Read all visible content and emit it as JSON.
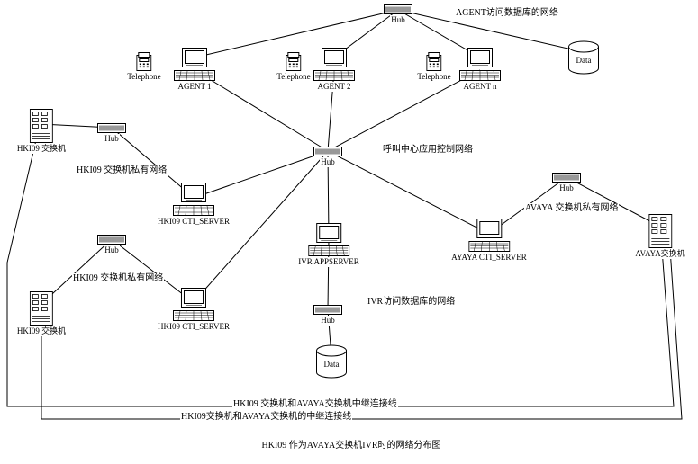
{
  "diagram": {
    "title": "HKI09 作为AVAYA交换机IVR时的网络分布图",
    "labels": {
      "agent_db": "AGENT访问数据库的网络",
      "call_center": "呼叫中心应用控制网络",
      "hki09_private_upper": "HKI09 交换机私有网络",
      "hki09_private_lower": "HKI09 交换机私有网络",
      "avaya_private": "AVAYA 交换机私有网络",
      "ivr_db": "IVR访问数据库的网络",
      "trunk_upper": "HKI09 交换机和AVAYA交换机中继连接线",
      "trunk_lower": "HKI09交换机和AVAYA交换机的中继连接线"
    },
    "nodes": {
      "hub_top": {
        "label": "Hub",
        "type": "hub-icon"
      },
      "telephone_1": {
        "label": "Telephone",
        "type": "telephone-icon"
      },
      "agent_1": {
        "label": "AGENT 1",
        "type": "computer-icon"
      },
      "telephone_2": {
        "label": "Telephone",
        "type": "telephone-icon"
      },
      "agent_2": {
        "label": "AGENT 2",
        "type": "computer-icon"
      },
      "telephone_3": {
        "label": "Telephone",
        "type": "telephone-icon"
      },
      "agent_n": {
        "label": "AGENT n",
        "type": "computer-icon"
      },
      "data_top": {
        "label": "Data",
        "type": "database-icon"
      },
      "switch_left_upper": {
        "label": "HKI09 交换机",
        "type": "switch-icon"
      },
      "hub_left_upper": {
        "label": "Hub",
        "type": "hub-icon"
      },
      "hub_center": {
        "label": "Hub",
        "type": "hub-icon"
      },
      "cti_server_upper": {
        "label": "HKI09 CTI_SERVER",
        "type": "computer-icon"
      },
      "hub_left_lower": {
        "label": "Hub",
        "type": "hub-icon"
      },
      "switch_left_lower": {
        "label": "HKI09 交换机",
        "type": "switch-icon"
      },
      "cti_server_lower": {
        "label": "HKI09 CTI_SERVER",
        "type": "computer-icon"
      },
      "ivr_appserver": {
        "label": "IVR APPSERVER",
        "type": "computer-icon"
      },
      "hub_ivr": {
        "label": "Hub",
        "type": "hub-icon"
      },
      "data_bottom": {
        "label": "Data",
        "type": "database-icon"
      },
      "avaya_cti_server": {
        "label": "AYAYA CTI_SERVER",
        "type": "computer-icon"
      },
      "hub_right": {
        "label": "Hub",
        "type": "hub-icon"
      },
      "switch_right": {
        "label": "AVAYA交换机",
        "type": "switch-icon"
      }
    },
    "line_color": "#000000",
    "background_color": "#ffffff"
  }
}
